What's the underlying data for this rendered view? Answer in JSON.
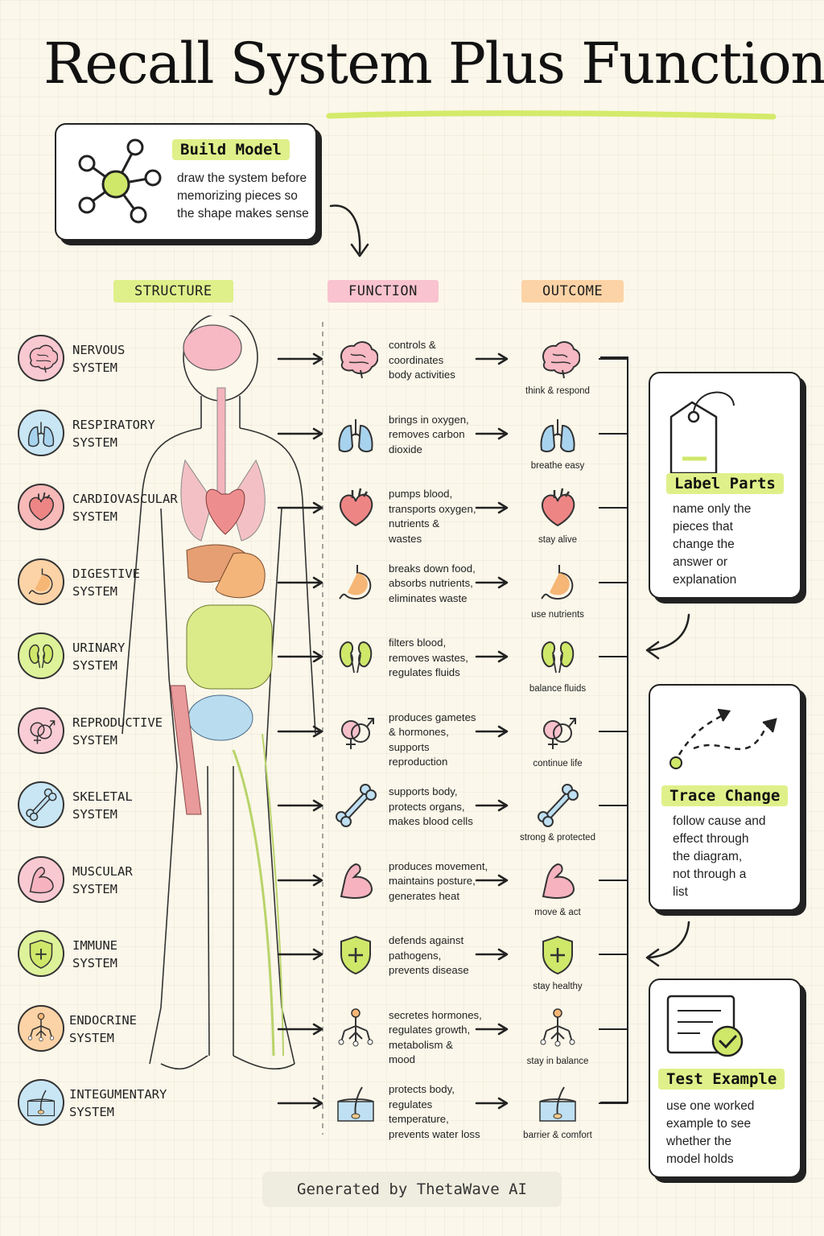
{
  "title": "Recall System Plus Function",
  "build_model": {
    "heading": "Build Model",
    "desc": [
      "draw the system before",
      "memorizing pieces so",
      "the shape makes sense"
    ]
  },
  "columns": {
    "structure": "STRUCTURE",
    "function": "FUNCTION",
    "outcome": "OUTCOME"
  },
  "systems": [
    {
      "name": [
        "NERVOUS",
        "SYSTEM"
      ],
      "function": [
        "controls &",
        "coordinates",
        "body activities"
      ],
      "outcome": "think & respond",
      "icon": "brain-icon",
      "color": "#f9c9d2"
    },
    {
      "name": [
        "RESPIRATORY",
        "SYSTEM"
      ],
      "function": [
        "brings in oxygen,",
        "removes carbon",
        "dioxide"
      ],
      "outcome": "breathe easy",
      "icon": "lungs-icon",
      "color": "#c9e6f5"
    },
    {
      "name": [
        "CARDIOVASCULAR",
        "SYSTEM"
      ],
      "function": [
        "pumps blood,",
        "transports oxygen,",
        "nutrients &",
        "wastes"
      ],
      "outcome": "stay alive",
      "icon": "heart-icon",
      "color": "#f8b9b9"
    },
    {
      "name": [
        "DIGESTIVE",
        "SYSTEM"
      ],
      "function": [
        "breaks down food,",
        "absorbs nutrients,",
        "eliminates waste"
      ],
      "outcome": "use nutrients",
      "icon": "stomach-icon",
      "color": "#fcd3a6"
    },
    {
      "name": [
        "URINARY",
        "SYSTEM"
      ],
      "function": [
        "filters blood,",
        "removes wastes,",
        "regulates fluids"
      ],
      "outcome": "balance fluids",
      "icon": "kidneys-icon",
      "color": "#def29a"
    },
    {
      "name": [
        "REPRODUCTIVE",
        "SYSTEM"
      ],
      "function": [
        "produces gametes",
        "& hormones,",
        "supports",
        "reproduction"
      ],
      "outcome": "continue life",
      "icon": "gender-symbols-icon",
      "color": "#f9ccd6"
    },
    {
      "name": [
        "SKELETAL",
        "SYSTEM"
      ],
      "function": [
        "supports body,",
        "protects organs,",
        "makes blood cells"
      ],
      "outcome": "strong & protected",
      "icon": "bone-icon",
      "color": "#c9e6f5"
    },
    {
      "name": [
        "MUSCULAR",
        "SYSTEM"
      ],
      "function": [
        "produces movement,",
        "maintains posture,",
        "generates heat"
      ],
      "outcome": "move & act",
      "icon": "muscle-icon",
      "color": "#f9c9d2"
    },
    {
      "name": [
        "IMMUNE",
        "SYSTEM"
      ],
      "function": [
        "defends against",
        "pathogens,",
        "prevents disease"
      ],
      "outcome": "stay healthy",
      "icon": "shield-icon",
      "color": "#def29a"
    },
    {
      "name": [
        "ENDOCRINE",
        "SYSTEM"
      ],
      "function": [
        "secretes hormones,",
        "regulates growth,",
        "metabolism &",
        "mood"
      ],
      "outcome": "stay in balance",
      "icon": "gland-icon",
      "color": "#fcd3a6"
    },
    {
      "name": [
        "INTEGUMENTARY",
        "SYSTEM"
      ],
      "function": [
        "protects body,",
        "regulates",
        "temperature,",
        "prevents water loss"
      ],
      "outcome": "barrier & comfort",
      "icon": "skin-icon",
      "color": "#c9e6f5"
    }
  ],
  "side_cards": [
    {
      "heading": "Label Parts",
      "desc": [
        "name only the",
        "pieces that",
        "change the",
        "answer or",
        "explanation"
      ],
      "icon": "tag-icon"
    },
    {
      "heading": "Trace Change",
      "desc": [
        "follow cause and",
        "effect through",
        "the diagram,",
        "not through a",
        "list"
      ],
      "icon": "dashed-path-icon"
    },
    {
      "heading": "Test Example",
      "desc": [
        "use one worked",
        "example to see",
        "whether the",
        "model holds"
      ],
      "icon": "checked-document-icon"
    }
  ],
  "footer": "Generated by ThetaWave AI",
  "colors": {
    "accent_green": "#dff08a",
    "pink": "#f9c9d2",
    "orange": "#fcd3a6",
    "blue": "#c9e6f5"
  }
}
